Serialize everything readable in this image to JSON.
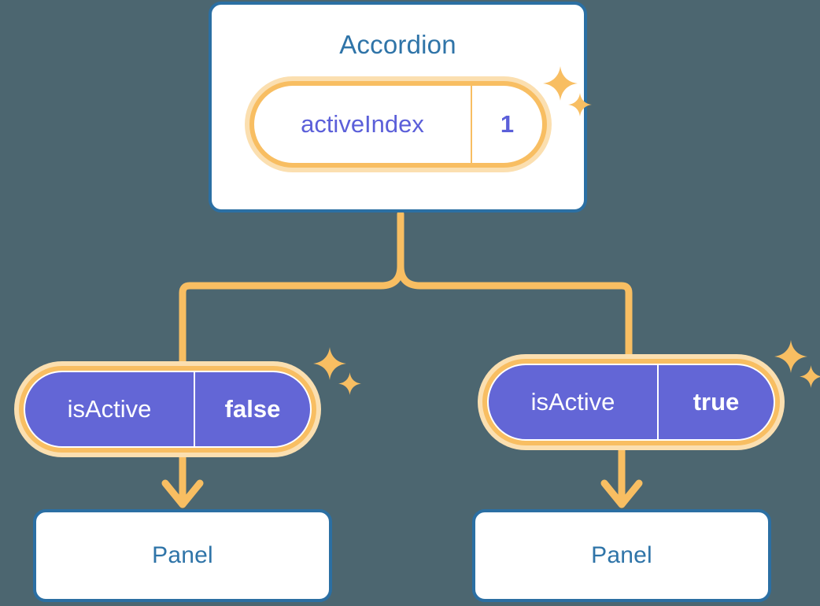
{
  "theme": {
    "background": "#4C6670",
    "card_bg": "#FFFFFF",
    "card_border": "#2B6FA3",
    "title_color": "#2F74A8",
    "pill_halo": "#FBDFB0",
    "pill_ring": "#F8BE62",
    "pill_purple": "#6366D6",
    "value_purple": "#5B5FD9",
    "connector": "#F8BE62",
    "sparkle": "#F8BE62"
  },
  "diagram": {
    "type": "component-state-tree",
    "root": {
      "name": "accordion-card",
      "title": "Accordion",
      "state_pill": {
        "key": "activeIndex",
        "value": "1",
        "has_sparkle": true
      }
    },
    "children": [
      {
        "name": "branch-left",
        "prop_pill": {
          "key": "isActive",
          "value": "false",
          "has_sparkle": true
        },
        "panel": {
          "title": "Panel"
        }
      },
      {
        "name": "branch-right",
        "prop_pill": {
          "key": "isActive",
          "value": "true",
          "has_sparkle": true
        },
        "panel": {
          "title": "Panel"
        }
      }
    ]
  },
  "icons": {
    "sparkle_large": "sparkle-four-point-large-icon",
    "sparkle_small": "sparkle-four-point-small-icon",
    "arrow_down": "arrow-down-icon",
    "branch_connector": "branch-connector-icon"
  }
}
